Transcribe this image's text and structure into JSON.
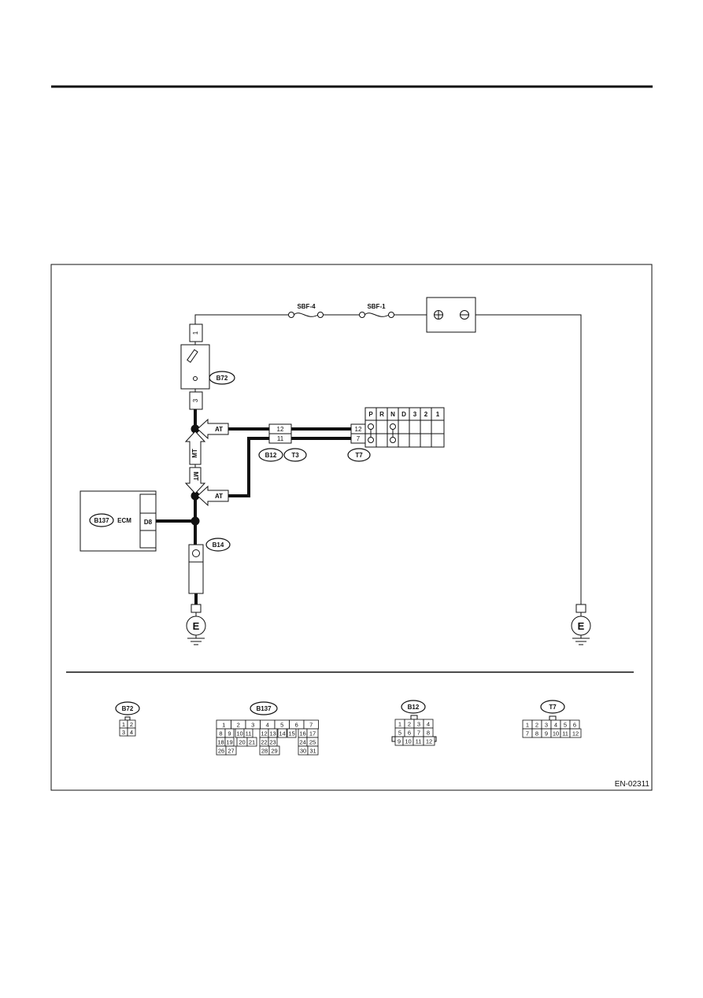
{
  "figure_code": "EN-02311",
  "fuses": [
    "SBF-4",
    "SBF-1"
  ],
  "battery_symbols": [
    "⊕",
    "⊖"
  ],
  "switch": {
    "connector": "B72",
    "pins": [
      "1",
      "3"
    ]
  },
  "branch_labels": {
    "at_upper": "AT",
    "mt_upper": "MT",
    "mt_lower": "MT",
    "at_lower": "AT"
  },
  "intermediate_connector": {
    "pins": [
      "12",
      "11"
    ],
    "labels": [
      "B12",
      "T3"
    ]
  },
  "inhibitor_switch": {
    "connector": "T7",
    "pins": [
      "12",
      "7"
    ],
    "positions": [
      "P",
      "R",
      "N",
      "D",
      "3",
      "2",
      "1"
    ]
  },
  "ecm": {
    "connector": "B137",
    "label": "ECM",
    "pin": "D8"
  },
  "ground_connector": "B14",
  "ground_symbol": "E",
  "face_views": {
    "b72": {
      "label": "B72",
      "rows": [
        [
          "1",
          "2"
        ],
        [
          "3",
          "4"
        ]
      ]
    },
    "b137": {
      "label": "B137",
      "rows": [
        [
          "1",
          "2",
          "3",
          "4",
          "5",
          "6",
          "7"
        ],
        [
          "8",
          "9",
          "10",
          "11",
          "12",
          "13",
          "14",
          "15",
          "16",
          "17"
        ],
        [
          "18",
          "19",
          "20",
          "21",
          "22",
          "23",
          "24",
          "25"
        ],
        [
          "26",
          "27",
          "28",
          "29",
          "30",
          "31"
        ]
      ]
    },
    "b12": {
      "label": "B12",
      "rows": [
        [
          "1",
          "2",
          "3",
          "4"
        ],
        [
          "5",
          "6",
          "7",
          "8"
        ],
        [
          "9",
          "10",
          "11",
          "12"
        ]
      ]
    },
    "t7": {
      "label": "T7",
      "rows": [
        [
          "1",
          "2",
          "3",
          "4",
          "5",
          "6"
        ],
        [
          "7",
          "8",
          "9",
          "10",
          "11",
          "12"
        ]
      ]
    }
  }
}
